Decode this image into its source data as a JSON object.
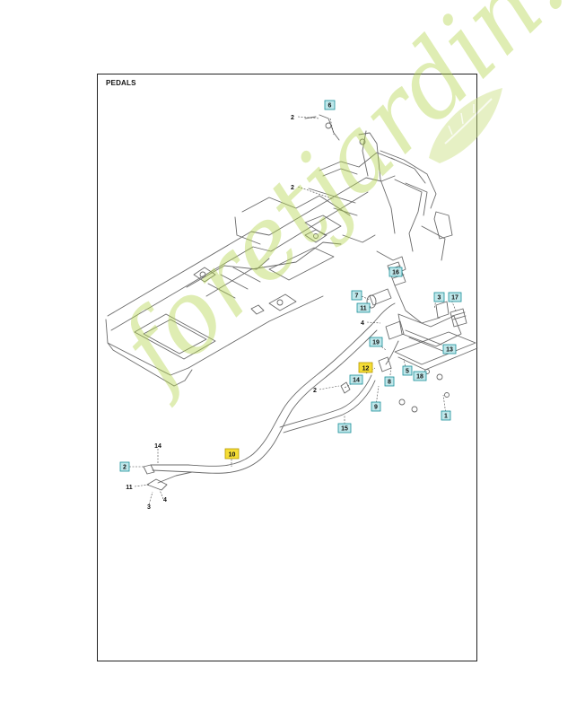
{
  "title": "PEDALS",
  "watermark": "foretjardin.com",
  "colors": {
    "callout_fill": "#bfe7ea",
    "callout_border": "#1a8e98",
    "highlight_fill": "#f5dd36",
    "highlight_border": "#b69a00",
    "part_line": "#6a6a6a",
    "watermark": "#b2d44a"
  },
  "callouts": [
    {
      "id": "c1",
      "label": "6",
      "style": "boxed"
    },
    {
      "id": "c2",
      "label": "2",
      "style": "plain"
    },
    {
      "id": "c3",
      "label": "2",
      "style": "plain"
    },
    {
      "id": "c4",
      "label": "16",
      "style": "boxed"
    },
    {
      "id": "c5",
      "label": "7",
      "style": "boxed"
    },
    {
      "id": "c6",
      "label": "11",
      "style": "boxed"
    },
    {
      "id": "c7",
      "label": "4",
      "style": "plain"
    },
    {
      "id": "c8",
      "label": "3",
      "style": "boxed"
    },
    {
      "id": "c9",
      "label": "17",
      "style": "boxed"
    },
    {
      "id": "c10",
      "label": "19",
      "style": "boxed"
    },
    {
      "id": "c11",
      "label": "13",
      "style": "boxed"
    },
    {
      "id": "c12",
      "label": "12",
      "style": "highlight"
    },
    {
      "id": "c13",
      "label": "5",
      "style": "boxed"
    },
    {
      "id": "c14",
      "label": "18",
      "style": "boxed"
    },
    {
      "id": "c15",
      "label": "14",
      "style": "boxed"
    },
    {
      "id": "c16",
      "label": "8",
      "style": "boxed"
    },
    {
      "id": "c17",
      "label": "2",
      "style": "plain"
    },
    {
      "id": "c18",
      "label": "9",
      "style": "boxed"
    },
    {
      "id": "c19",
      "label": "1",
      "style": "boxed"
    },
    {
      "id": "c20",
      "label": "15",
      "style": "boxed"
    },
    {
      "id": "c21",
      "label": "14",
      "style": "plain"
    },
    {
      "id": "c22",
      "label": "10",
      "style": "highlight"
    },
    {
      "id": "c23",
      "label": "2",
      "style": "boxed"
    },
    {
      "id": "c24",
      "label": "11",
      "style": "plain"
    },
    {
      "id": "c25",
      "label": "4",
      "style": "plain"
    },
    {
      "id": "c26",
      "label": "3",
      "style": "plain"
    }
  ]
}
